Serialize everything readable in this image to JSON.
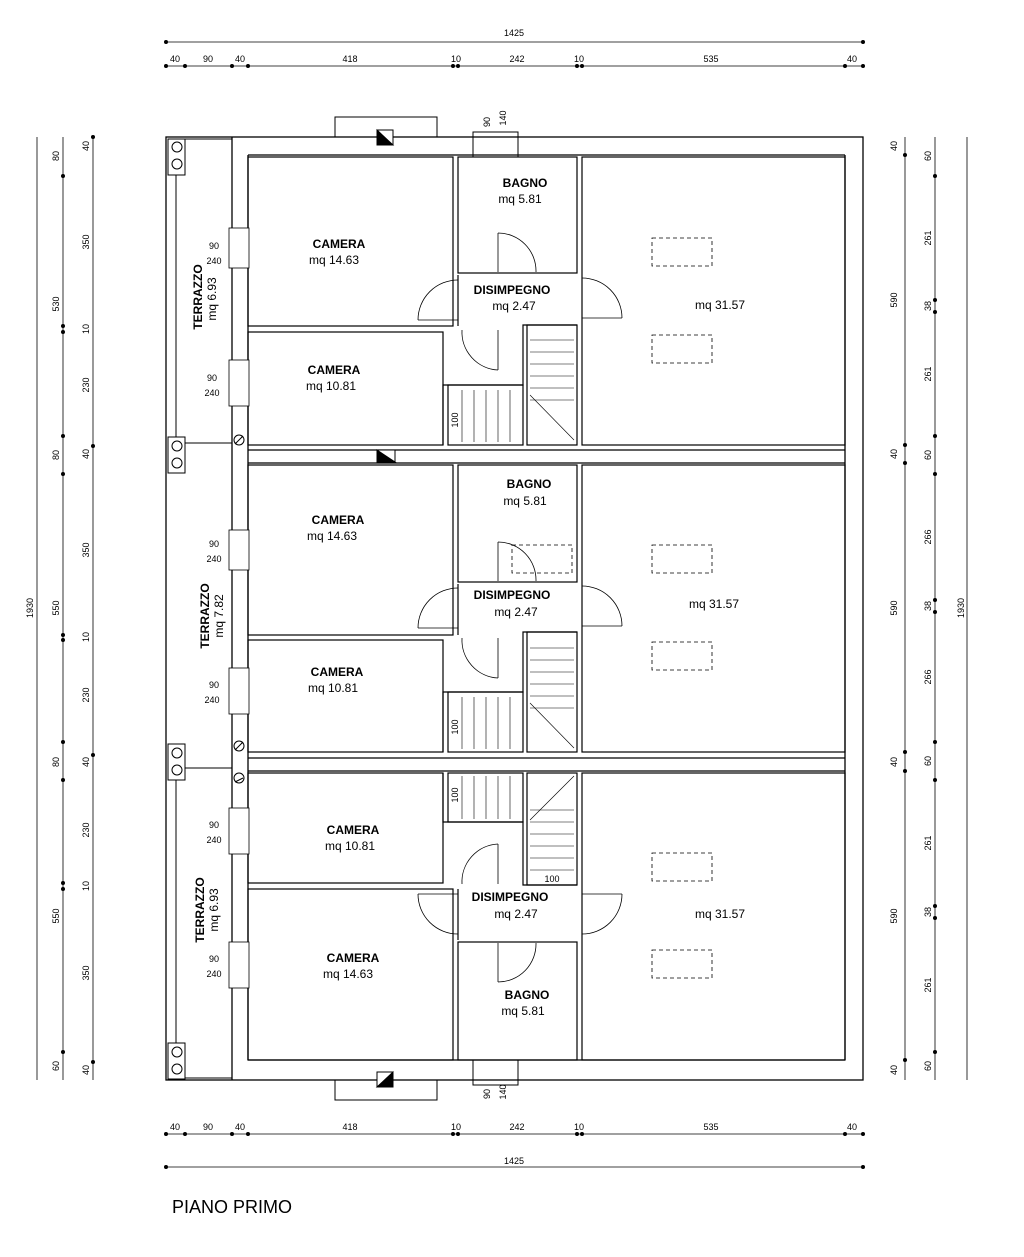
{
  "title": "PIANO PRIMO",
  "units": [
    {
      "rooms": {
        "camera_large": {
          "name": "CAMERA",
          "area": "mq  14.63"
        },
        "camera_small": {
          "name": "CAMERA",
          "area": "mq  10.81"
        },
        "bagno": {
          "name": "BAGNO",
          "area": "mq  5.81"
        },
        "disimpegno": {
          "name": "DISIMPEGNO",
          "area": "mq  2.47"
        },
        "open_space": {
          "area": "mq  31.57"
        }
      }
    },
    {
      "rooms": {
        "camera_large": {
          "name": "CAMERA",
          "area": "mq  14.63"
        },
        "camera_small": {
          "name": "CAMERA",
          "area": "mq  10.81"
        },
        "bagno": {
          "name": "BAGNO",
          "area": "mq  5.81"
        },
        "disimpegno": {
          "name": "DISIMPEGNO",
          "area": "mq  2.47"
        },
        "open_space": {
          "area": "mq  31.57"
        }
      }
    },
    {
      "rooms": {
        "camera_large": {
          "name": "CAMERA",
          "area": "mq  14.63"
        },
        "camera_small": {
          "name": "CAMERA",
          "area": "mq  10.81"
        },
        "bagno": {
          "name": "BAGNO",
          "area": "mq  5.81"
        },
        "disimpegno": {
          "name": "DISIMPEGNO",
          "area": "mq  2.47"
        },
        "open_space": {
          "area": "mq  31.57"
        }
      }
    }
  ],
  "terraces": [
    {
      "name": "TERRAZZO",
      "area": "mq  6.93"
    },
    {
      "name": "TERRAZZO",
      "area": "mq  7.82"
    },
    {
      "name": "TERRAZZO",
      "area": "mq  6.93"
    }
  ],
  "dimensions": {
    "overall_width": "1425",
    "width_segments": [
      "40",
      "90",
      "40",
      "418",
      "10",
      "242",
      "10",
      "535",
      "40"
    ],
    "overall_height": "1930",
    "left_outer": [
      "530",
      "550",
      "550"
    ],
    "left_inner": [
      "80",
      "350",
      "10",
      "230",
      "80",
      "350",
      "10",
      "230",
      "80",
      "230",
      "10",
      "350",
      "60"
    ],
    "left_wall": [
      "40",
      "40",
      "40",
      "40"
    ],
    "right_inner": [
      "40",
      "590",
      "40",
      "590",
      "40",
      "590",
      "40"
    ],
    "right_detail": [
      "60",
      "261",
      "38",
      "261",
      "60",
      "266",
      "38",
      "266",
      "60",
      "261",
      "38",
      "261",
      "60"
    ],
    "window_w": "90",
    "window_h": "240",
    "bath_window_w": "90",
    "bath_window_h": "140",
    "stair": "100"
  }
}
